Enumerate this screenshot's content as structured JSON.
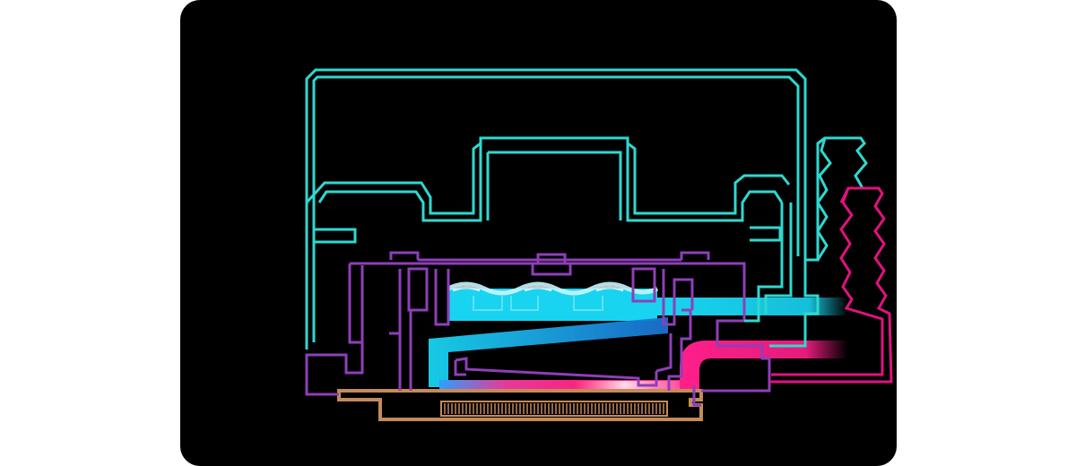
{
  "diagram": {
    "subject": "liquid-cooling-waterblock-cross-section",
    "colors": {
      "background": "#000000",
      "page": "#ffffff",
      "housing_outline": "#2fd8d0",
      "block_outline": "#8e3fb8",
      "cold_coolant": "#18d4f0",
      "hot_coolant": "#ff1f8a",
      "outlet_fitting": "#e0127e",
      "copper_base": "#c58a5a"
    },
    "components": [
      {
        "name": "pump-housing",
        "color": "housing_outline"
      },
      {
        "name": "inlet-barb-fitting",
        "color": "housing_outline"
      },
      {
        "name": "outlet-barb-fitting",
        "color": "outlet_fitting"
      },
      {
        "name": "block-body",
        "color": "block_outline"
      },
      {
        "name": "coolant-reservoir",
        "color": "cold_coolant"
      },
      {
        "name": "cold-channel",
        "color": "cold_coolant"
      },
      {
        "name": "hot-channel",
        "color": "hot_coolant"
      },
      {
        "name": "copper-cold-plate",
        "color": "copper_base"
      }
    ]
  }
}
